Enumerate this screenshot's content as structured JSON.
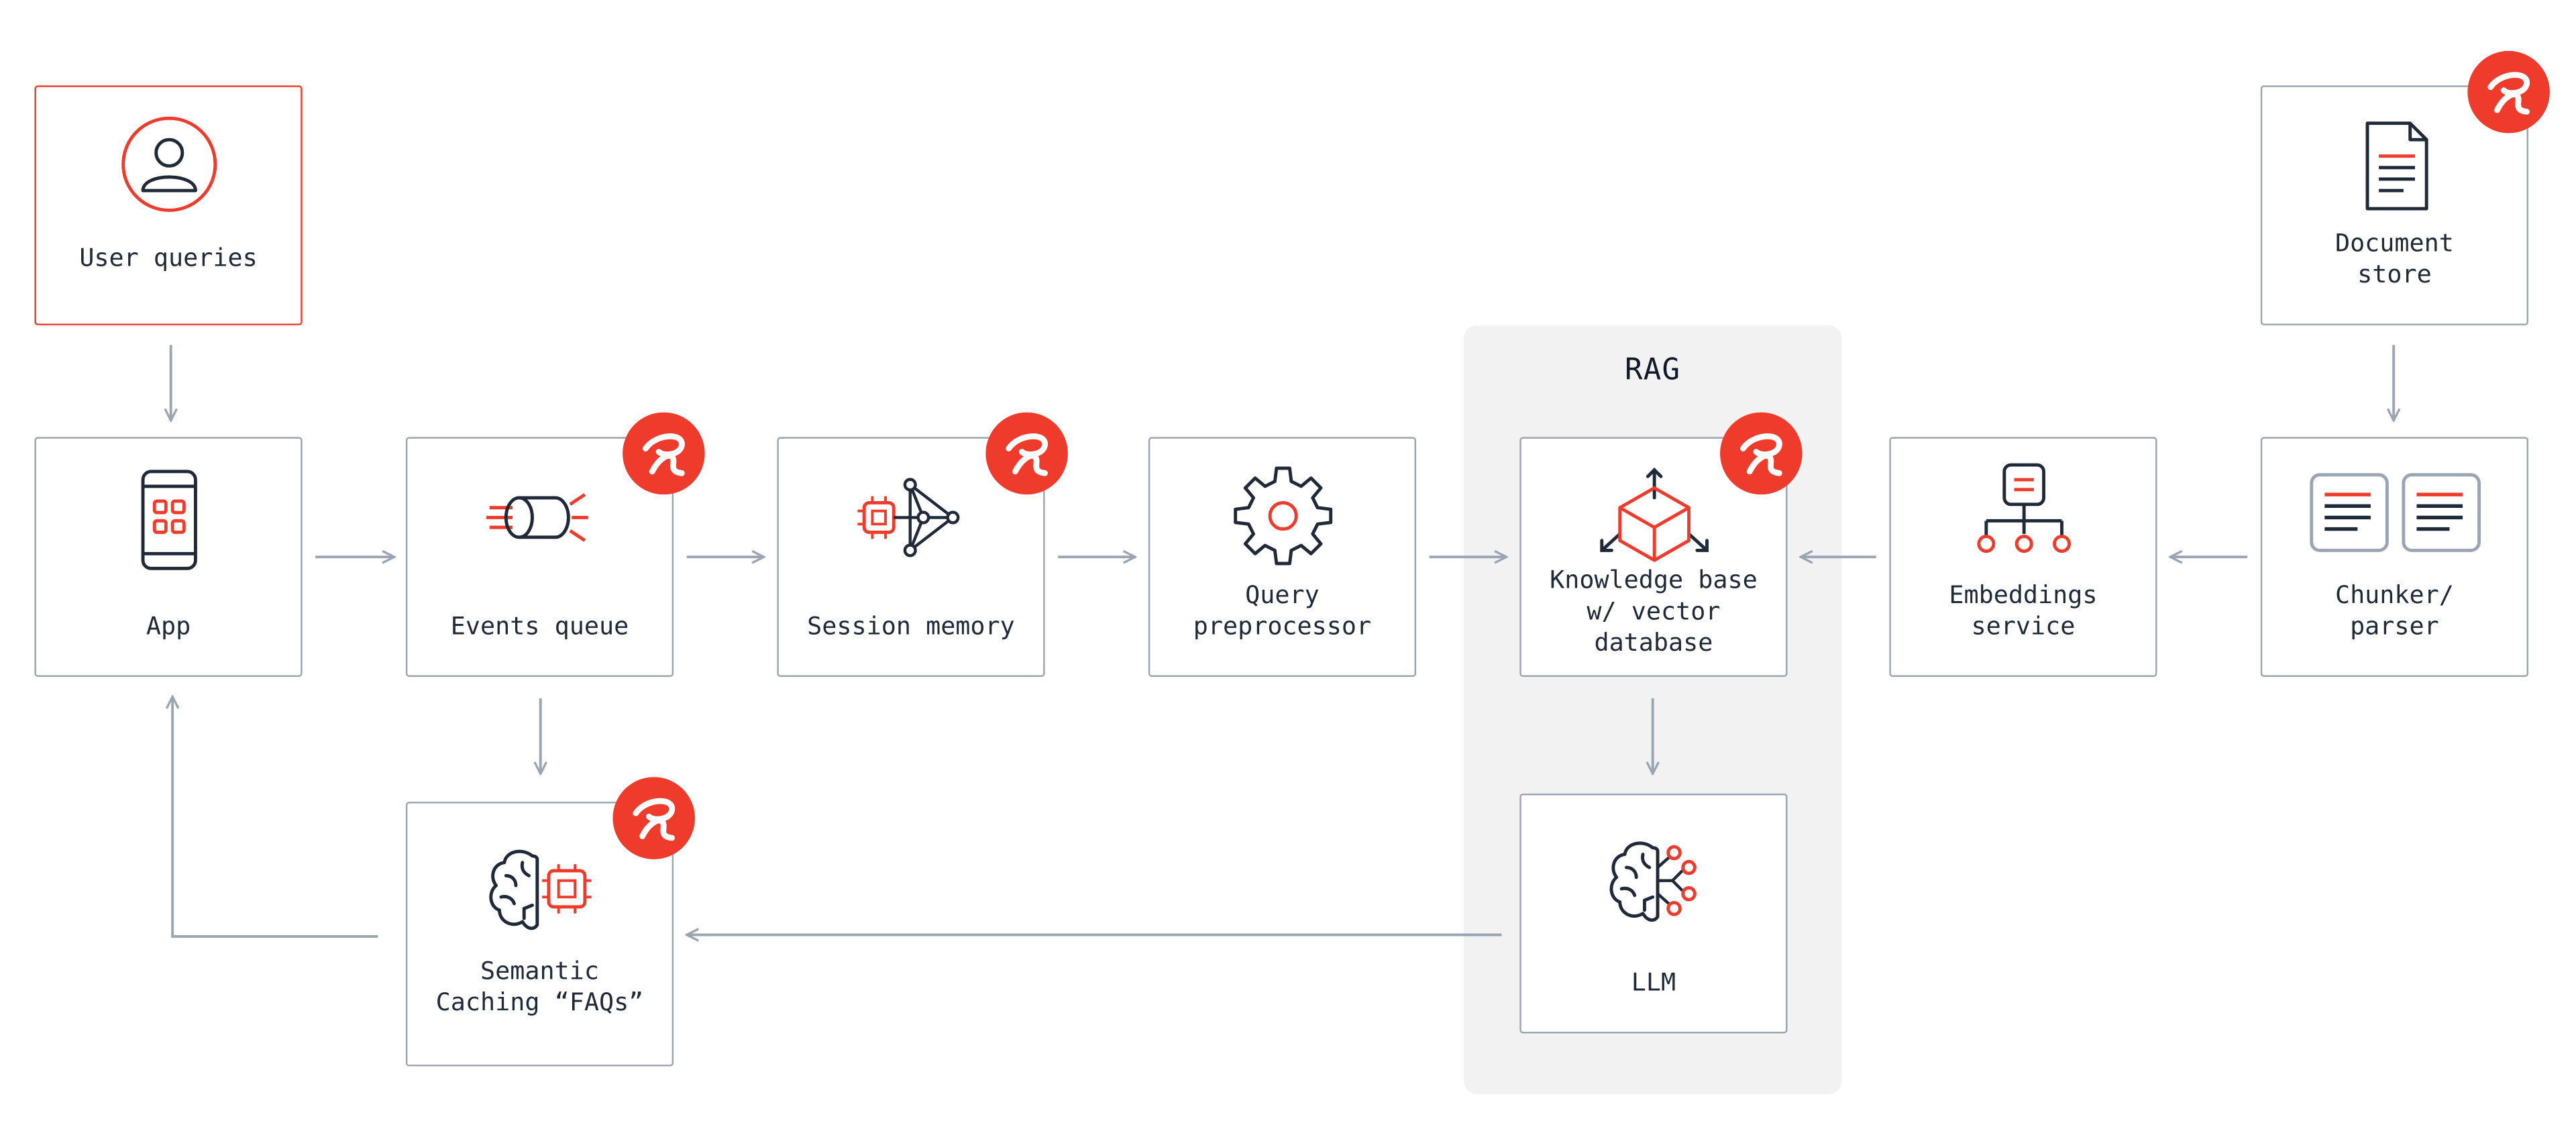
{
  "colors": {
    "accent": "#ef3b2c",
    "ink": "#1f2937",
    "wire": "#9aa5b1",
    "rag_zone": "#f2f2f2"
  },
  "rag_zone": {
    "title": "RAG"
  },
  "nodes": {
    "user_queries": {
      "label": "User queries",
      "icon": "user-circle-icon"
    },
    "app": {
      "label": "App",
      "icon": "smartphone-icon"
    },
    "events_queue": {
      "label": "Events queue",
      "icon": "queue-icon"
    },
    "session_memory": {
      "label": "Session memory",
      "icon": "network-chip-icon"
    },
    "query_preprocessor": {
      "label": "Query\npreprocessor",
      "icon": "gear-icon"
    },
    "knowledge_base": {
      "label": "Knowledge base\nw/ vector\ndatabase",
      "icon": "vector-cube-icon"
    },
    "embeddings_service": {
      "label": "Embeddings\nservice",
      "icon": "hierarchy-icon"
    },
    "chunker_parser": {
      "label": "Chunker/\nparser",
      "icon": "text-chunks-icon"
    },
    "document_store": {
      "label": "Document\nstore",
      "icon": "document-icon"
    },
    "semantic_caching": {
      "label": "Semantic\nCaching “FAQs”",
      "icon": "brain-chip-icon"
    },
    "llm": {
      "label": "LLM",
      "icon": "brain-network-icon"
    }
  },
  "badge_icon": "redis-logo-icon"
}
